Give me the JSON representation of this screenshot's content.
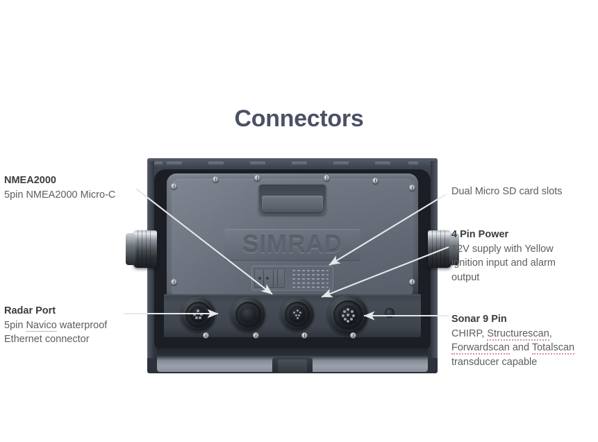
{
  "page": {
    "title": "Connectors",
    "title_color": "#4a5163",
    "background": "#ffffff"
  },
  "device": {
    "brand": "SIMRAD",
    "view": "rear-panel",
    "connector_count": 4
  },
  "callouts": {
    "nmea2000": {
      "heading": "NMEA2000",
      "lines": [
        "5pin NMEA2000 Micro-C"
      ],
      "target": "connector-2"
    },
    "radar_port": {
      "heading": "Radar Port",
      "lines": [
        "5pin Navico waterproof",
        "Ethernet connector"
      ],
      "misspelled": [
        "Navico"
      ],
      "target": "connector-1"
    },
    "sd_slots": {
      "heading": "",
      "lines": [
        "Dual Micro SD card slots"
      ],
      "target": "sd-card-panel"
    },
    "power": {
      "heading": "4 Pin Power",
      "lines": [
        "12V supply with Yellow",
        "ignition input and alarm",
        "output"
      ],
      "target": "connector-3"
    },
    "sonar": {
      "heading": "Sonar 9 Pin",
      "lines": [
        "CHIRP, Structurescan,",
        "Forwardscan and Totalscan",
        "transducer capable"
      ],
      "misspelled": [
        "Structurescan",
        "Forwardscan",
        "Totalscan"
      ],
      "target": "connector-4"
    }
  },
  "colors": {
    "title": "#4a5163",
    "label_heading": "#3b3b3b",
    "label_body": "#5d5d5d",
    "arrow": "#e4e6e9",
    "spellcheck_underline": "#d98f96",
    "device_body": "#6e7581",
    "device_bezel": "#343a44"
  }
}
